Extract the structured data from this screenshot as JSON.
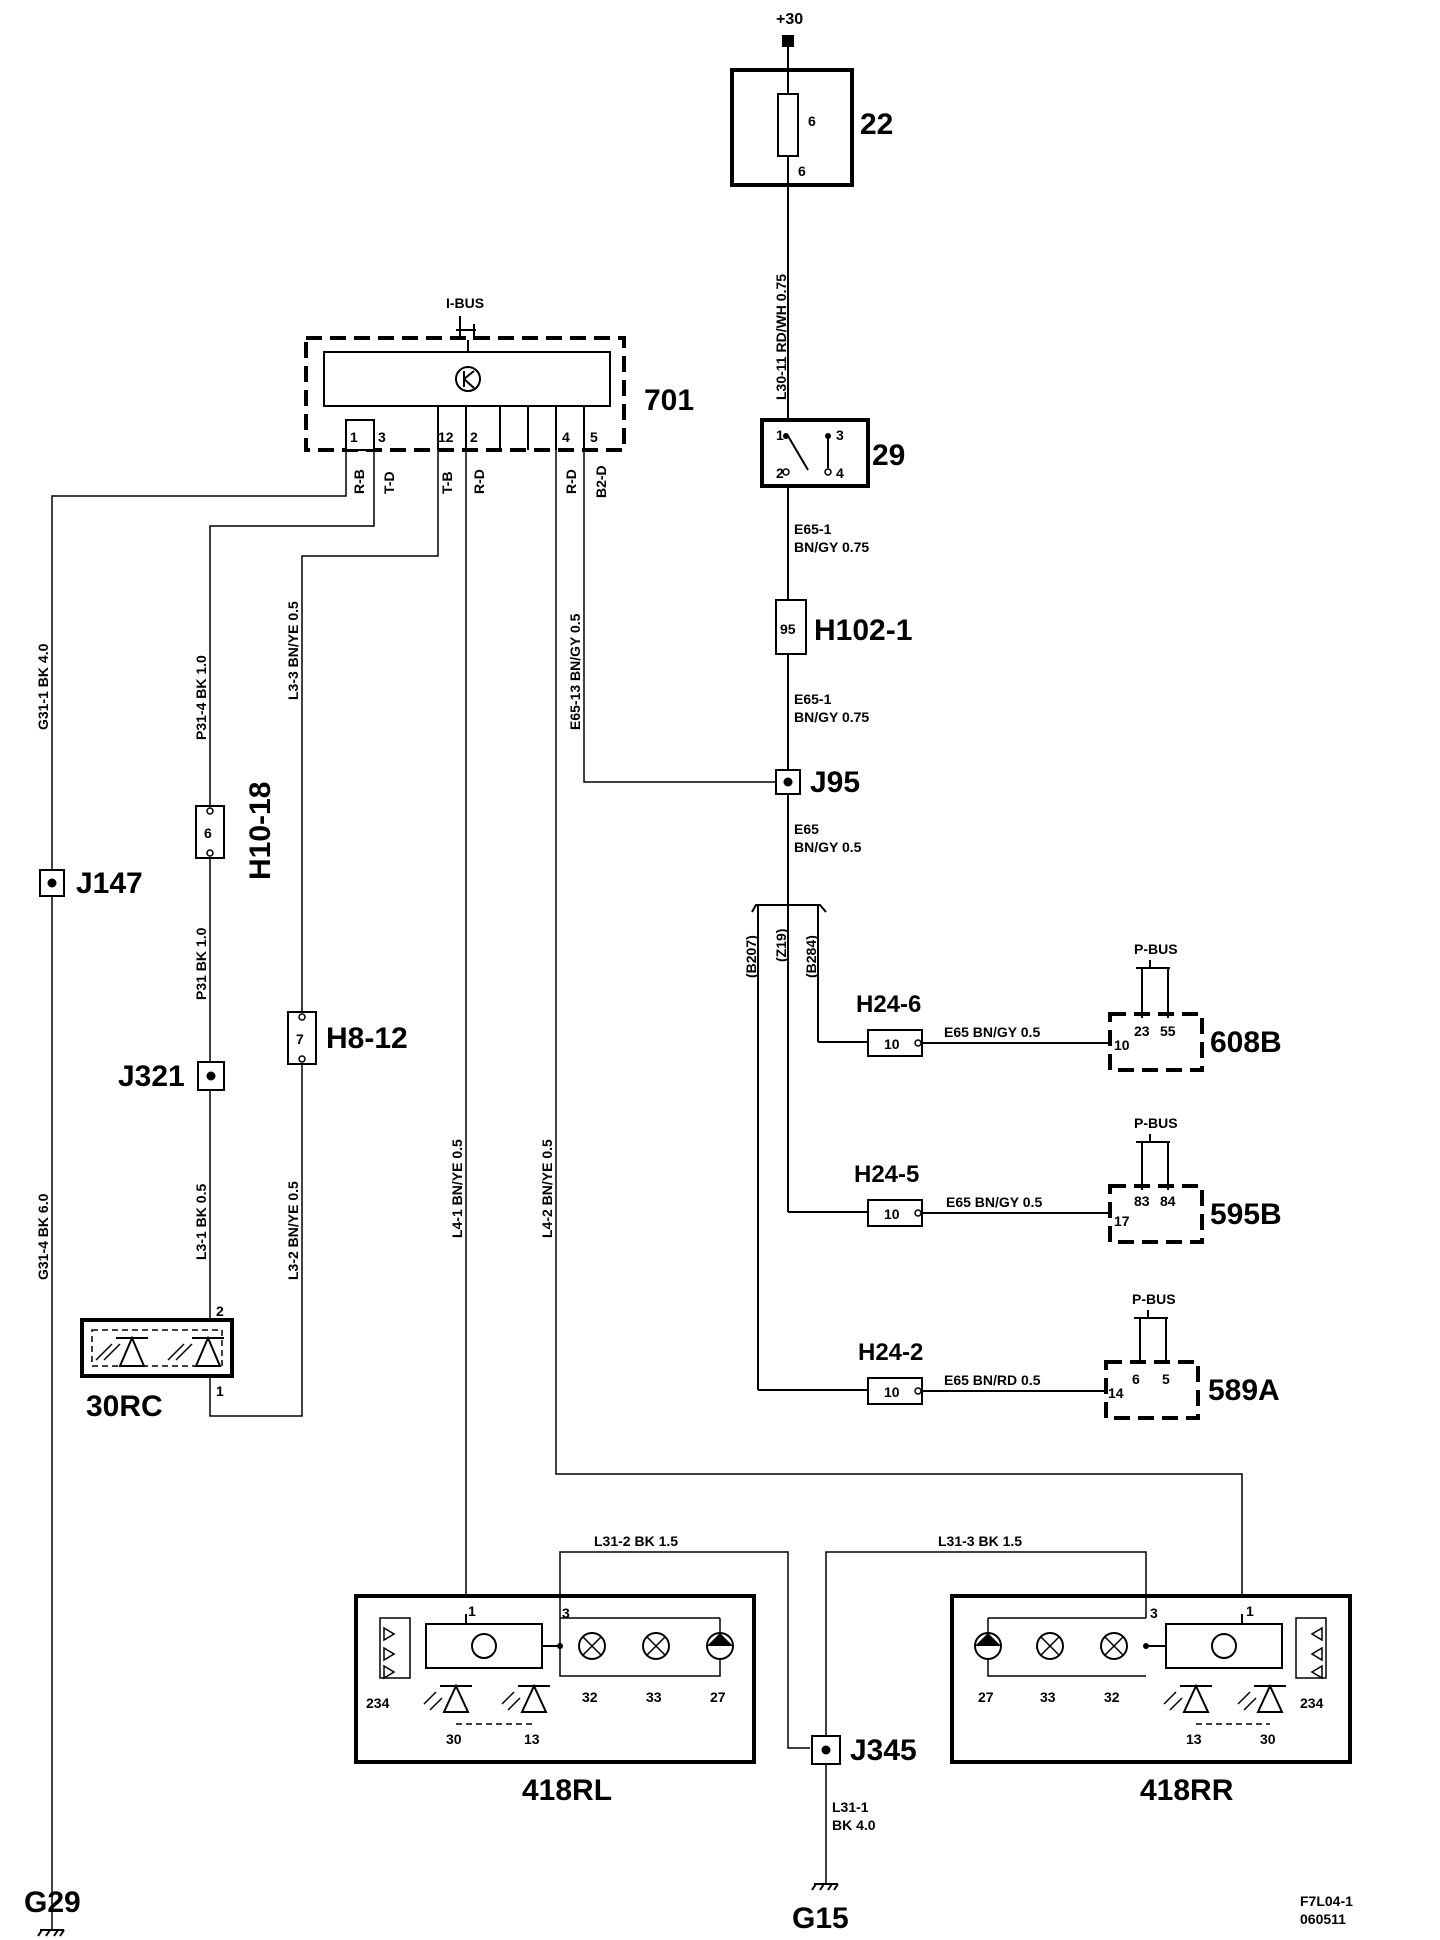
{
  "diagram_id": "F7L04-1",
  "diagram_date": "060511",
  "supply": "+30",
  "components": {
    "fuse_box": {
      "id": "22",
      "pin_top": "6",
      "pin_bottom": "6"
    },
    "switch": {
      "id": "29",
      "pins": [
        "1",
        "3",
        "2",
        "4"
      ]
    },
    "module": {
      "id": "701",
      "bus": "I-BUS",
      "pins": [
        "1",
        "3",
        "12",
        "2",
        "4",
        "5"
      ],
      "pin_labels": [
        "R-B",
        "T-D",
        "T-B",
        "R-D",
        "R-D",
        "B2-D"
      ]
    },
    "diode_unit": {
      "id": "30RC",
      "pin_top": "2",
      "pin_bottom": "1"
    },
    "lamp_left": {
      "id": "418RL",
      "pins": [
        "1",
        "3",
        "234",
        "32",
        "33",
        "27",
        "30",
        "13"
      ]
    },
    "lamp_right": {
      "id": "418RR",
      "pins": [
        "3",
        "1",
        "27",
        "33",
        "32",
        "234",
        "13",
        "30"
      ]
    },
    "node_608B": {
      "id": "608B",
      "bus": "P-BUS",
      "pins": [
        "10",
        "23",
        "55"
      ]
    },
    "node_595B": {
      "id": "595B",
      "bus": "P-BUS",
      "pins": [
        "17",
        "83",
        "84"
      ]
    },
    "node_589A": {
      "id": "589A",
      "bus": "P-BUS",
      "pins": [
        "14",
        "6",
        "5"
      ]
    }
  },
  "connectors": {
    "h102": {
      "id": "H102-1",
      "pin": "95"
    },
    "h10": {
      "id": "H10-18",
      "pin": "6"
    },
    "h8": {
      "id": "H8-12",
      "pin": "7"
    },
    "h24_6": {
      "id": "H24-6",
      "pin": "10"
    },
    "h24_5": {
      "id": "H24-5",
      "pin": "10"
    },
    "h24_2": {
      "id": "H24-2",
      "pin": "10"
    }
  },
  "junctions": {
    "j95": "J95",
    "j147": "J147",
    "j321": "J321",
    "j345": "J345"
  },
  "grounds": {
    "g29": "G29",
    "g15": "G15"
  },
  "branches": [
    "(B207)",
    "(Z19)",
    "(B284)"
  ],
  "wires": {
    "l30_11": "L30-11  RD/WH  0.75",
    "e65_1_a": "E65-1",
    "e65_1_a2": "BN/GY  0.75",
    "e65_1_b": "E65-1",
    "e65_1_b2": "BN/GY  0.75",
    "e65": "E65",
    "e65_2": "BN/GY 0.5",
    "e65_13": "E65-13  BN/GY  0.5",
    "g31_1": "G31-1  BK  4.0",
    "g31_4": "G31-4  BK 6.0",
    "p31_4": "P31-4  BK  1.0",
    "p31": "P31  BK  1.0",
    "l3_1": "L3-1  BK  0.5",
    "l3_3": "L3-3  BN/YE  0.5",
    "l3_2": "L3-2  BN/YE  0.5",
    "l4_1": "L4-1  BN/YE  0.5",
    "l4_2": "L4-2  BN/YE  0.5",
    "w608": "E65  BN/GY  0.5",
    "w595": "E65  BN/GY  0.5",
    "w589": "E65  BN/RD  0.5",
    "l31_2": "L31-2  BK  1.5",
    "l31_3": "L31-3  BK  1.5",
    "l31_1": "L31-1",
    "l31_1b": "BK  4.0"
  }
}
